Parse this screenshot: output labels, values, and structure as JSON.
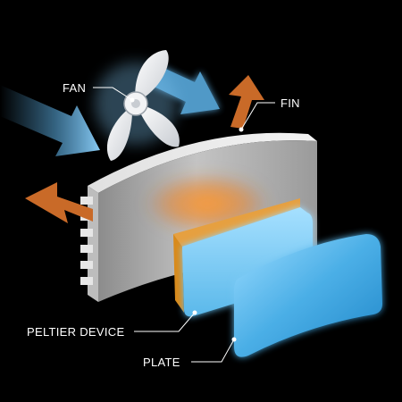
{
  "labels": {
    "fan": "FAN",
    "fin": "FIN",
    "peltier": "PELTIER DEVICE",
    "plate": "PLATE"
  },
  "colors": {
    "background": "#000000",
    "hot_arrow": "#c96a28",
    "heat_glow": "#f08a2a",
    "cool_arrow": "#5fb4ea",
    "peltier_face": "#6fc4ef",
    "peltier_edge": "#d98a1a",
    "plate": "#3fa3dc",
    "fin_metal": "#a9a9a9"
  },
  "icons": [
    "fan-icon",
    "heat-sink-fin",
    "peltier-module",
    "cold-plate",
    "airflow-arrow"
  ]
}
